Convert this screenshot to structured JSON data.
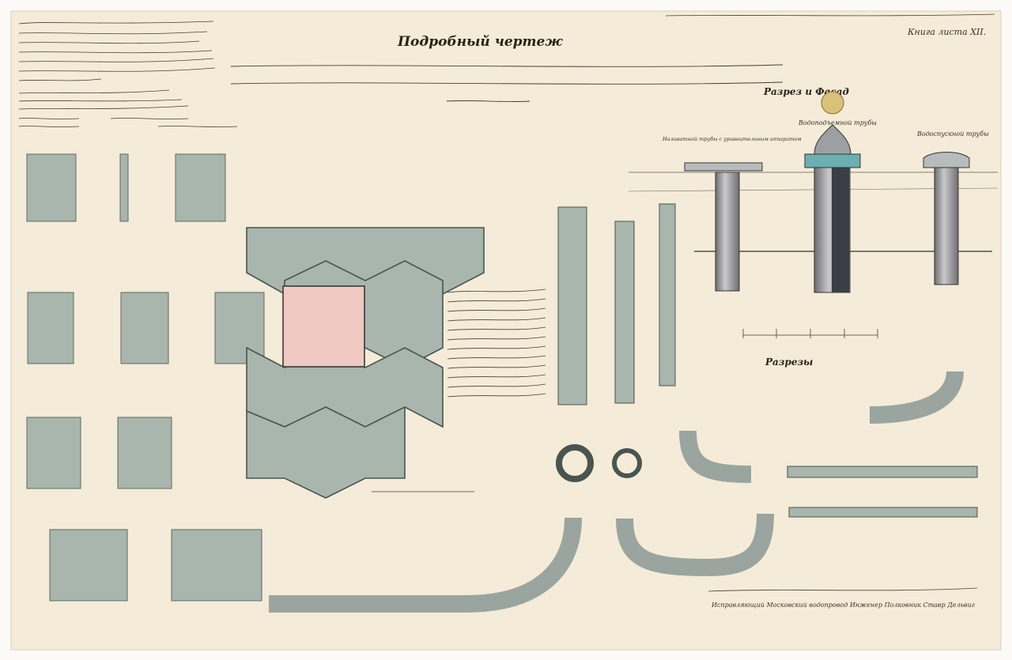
{
  "sheet": {
    "title": "Подробный чертеж",
    "sheet_label": "Книга листа XII.",
    "section_title": "Разрез и Фасад",
    "pipes_title": "Разрезы",
    "labels": {
      "water_pipe": "Водоподъемной трубы",
      "supply_pipe": "Водоспускной трубы",
      "pipe_with_valves": "Наливатной трубы с уравнительным аппаратом"
    },
    "signature": "Исправляющий Московский водопровод Инженер Полковник Ставр Дельвиг"
  },
  "colors": {
    "paper": "#f3ead6",
    "plate": "#a8b6ad",
    "ink": "#3b3026",
    "pink": "#f1c9c3",
    "teal": "#6bb0b3"
  }
}
